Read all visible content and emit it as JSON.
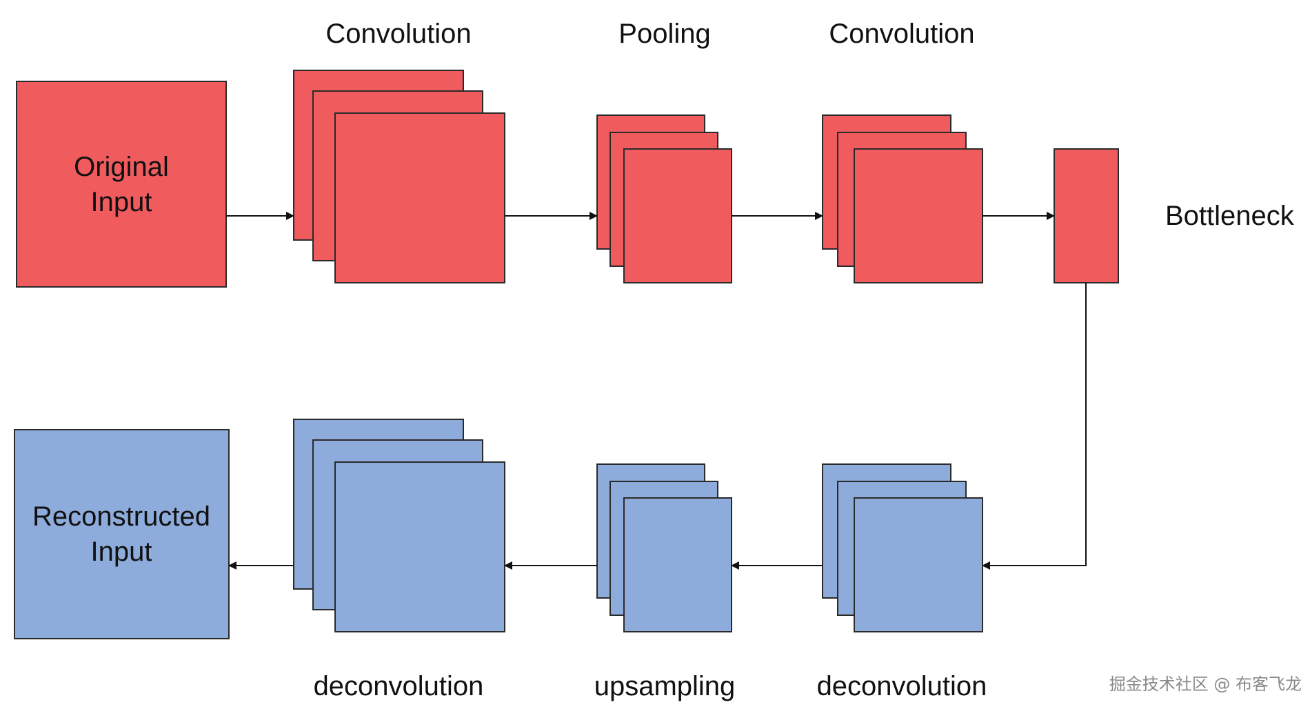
{
  "diagram": {
    "encoder": {
      "input_label_line1": "Original",
      "input_label_line2": "Input",
      "stage_labels": [
        "Convolution",
        "Pooling",
        "Convolution"
      ],
      "bottleneck_label": "Bottleneck"
    },
    "decoder": {
      "output_label_line1": "Reconstructed",
      "output_label_line2": "Input",
      "stage_labels": [
        "deconvolution",
        "upsampling",
        "deconvolution"
      ]
    },
    "colors": {
      "encoder_fill": "#f05b5e",
      "decoder_fill": "#8eacdb",
      "stroke": "#2a2a2a"
    }
  },
  "watermark": "掘金技术社区 @ 布客飞龙"
}
